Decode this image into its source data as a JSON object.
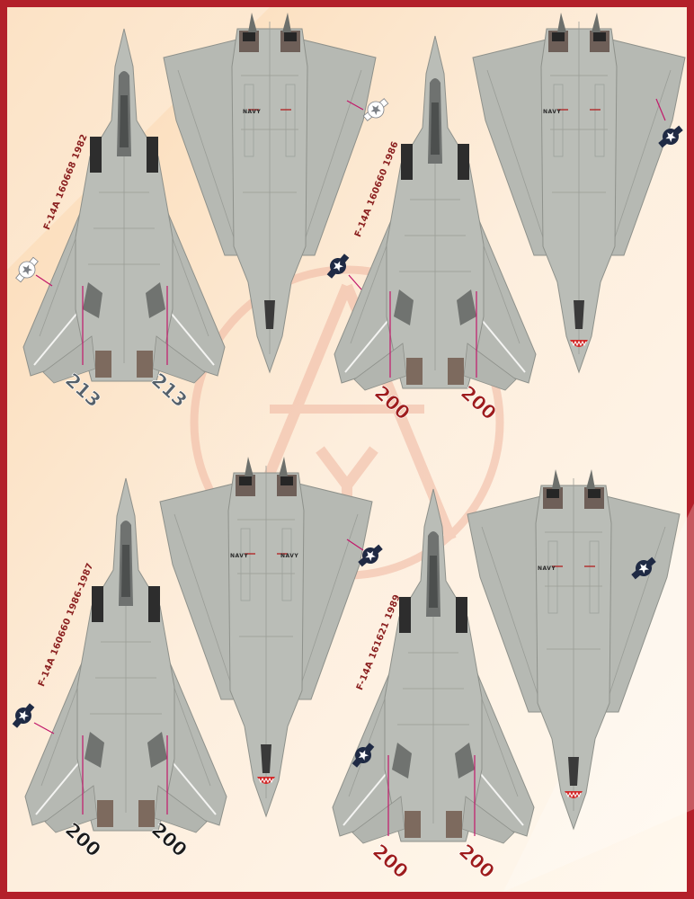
{
  "panels": [
    {
      "serial": "F-14A 160668 1982",
      "modex": [
        "213",
        "213"
      ],
      "modex_color": "grey",
      "tail_mark": "none"
    },
    {
      "serial": "F-14A 160660 1986",
      "modex": [
        "200",
        "200"
      ],
      "modex_color": "red",
      "tail_mark": "shark-mouth"
    },
    {
      "serial": "F-14A 160660 1986-1987",
      "modex": [
        "200",
        "200"
      ],
      "modex_color": "black",
      "tail_mark": "shark-mouth"
    },
    {
      "serial": "F-14A 161621 1989",
      "modex": [
        "200",
        "200"
      ],
      "modex_color": "red",
      "tail_mark": "shark-mouth"
    }
  ],
  "fuselage_marking": "NAVY",
  "colors": {
    "border": "#b3202a",
    "aircraft_grey": "#b8bbb5",
    "background_top": "#fbe2c4",
    "background_bottom": "#fff7ec",
    "logo": "#f0b6a0",
    "leader_line": "#c2186a"
  }
}
